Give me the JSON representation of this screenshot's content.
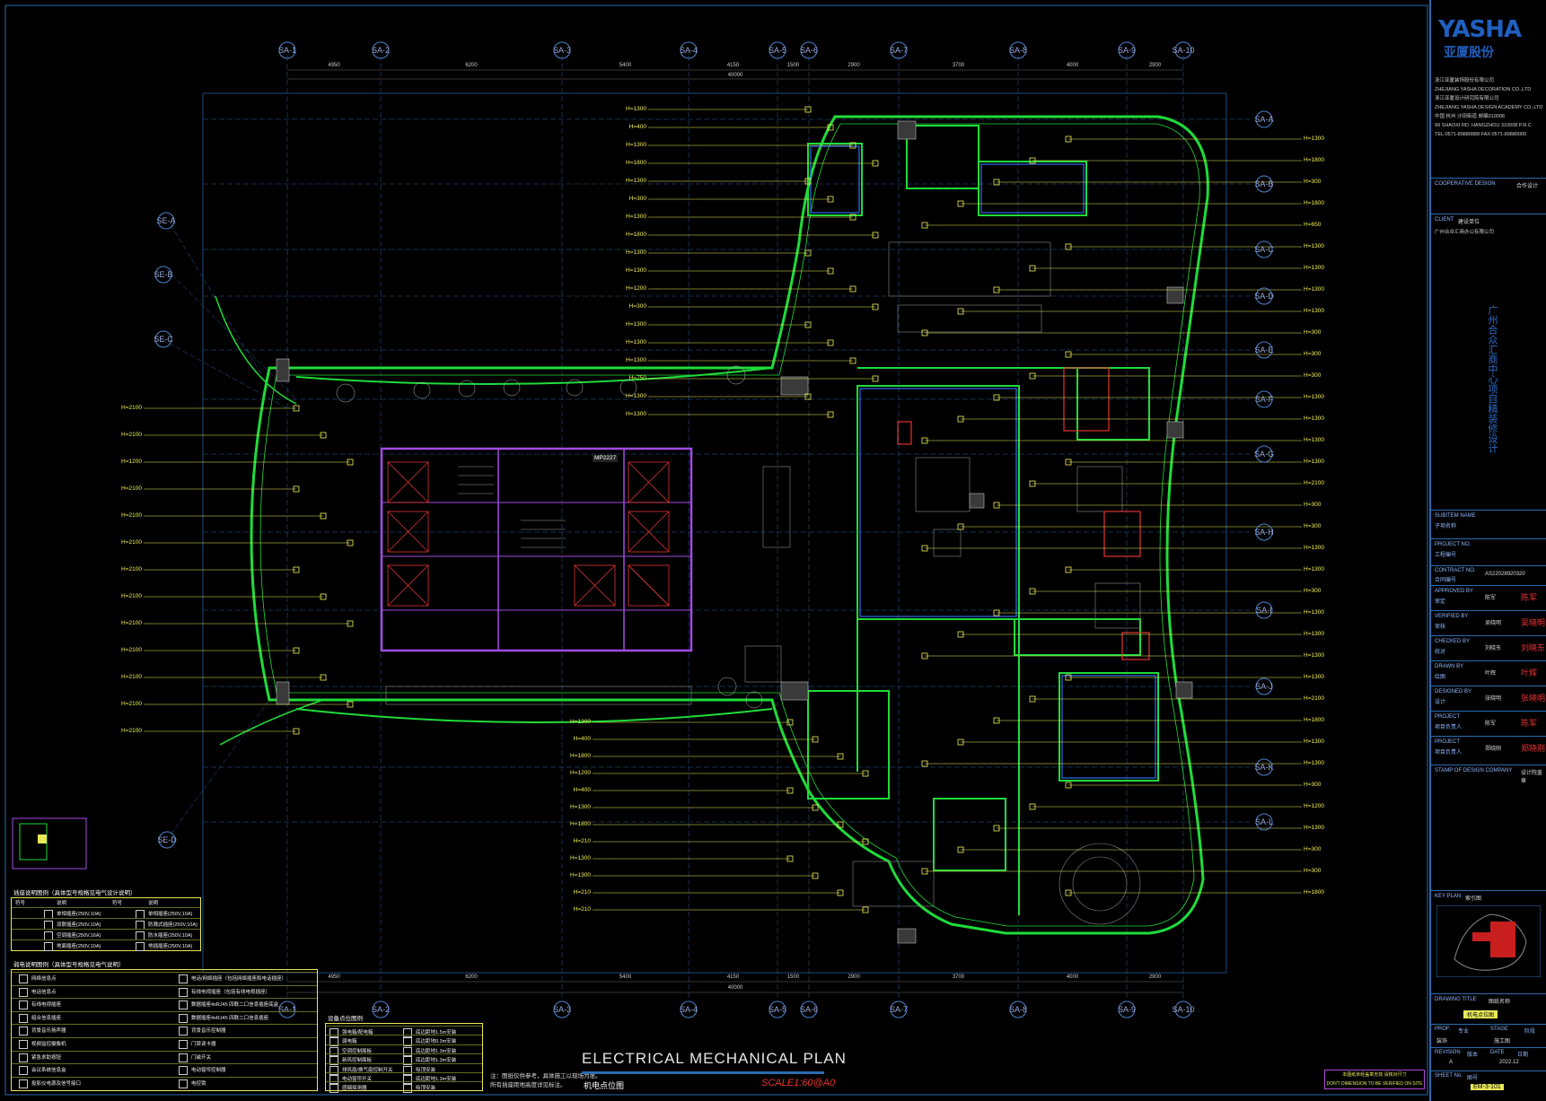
{
  "drawing": {
    "title_en": "ELECTRICAL MECHANICAL PLAN",
    "title_cn": "机电点位图",
    "scale": "SCALE1:60@A0"
  },
  "grid_axes": {
    "top_labels": [
      "SA-1",
      "SA-2",
      "SA-3",
      "SA-4",
      "SA-5",
      "SA-6",
      "SA-7",
      "SA-8",
      "SA-9",
      "SA-10"
    ],
    "right_labels": [
      "SA-A",
      "SA-B",
      "SA-C",
      "SA-D",
      "SA-E",
      "SA-F",
      "SA-G",
      "SA-H",
      "SA-I",
      "SA-J",
      "SA-K",
      "SA-L"
    ],
    "left_labels": [
      "SE-A",
      "SE-B",
      "SE-C"
    ],
    "left_bottom_label": "SE-D",
    "top_dims": [
      "4950",
      "6200",
      "5400",
      "4150",
      "1500",
      "2900",
      "3700",
      "4000",
      "2900"
    ],
    "top_total": "40000",
    "bottom_dims": [
      "4950",
      "6200",
      "5400",
      "4150",
      "1500",
      "2900",
      "3700",
      "4000",
      "2900"
    ],
    "bottom_total": "40000"
  },
  "annotations": {
    "center_tag": "MP2227",
    "callouts_left": [
      "H=2100",
      "H=2100",
      "H=1200",
      "H=2100",
      "H=2100",
      "H=2100",
      "H=2100",
      "H=2100",
      "H=2100",
      "H=2100",
      "H=2100",
      "H=2100",
      "H=2100"
    ],
    "callouts_mid": [
      "H=1300",
      "H=400",
      "H=1300",
      "H=1800",
      "H=1300",
      "H=300",
      "H=1300",
      "H=1800",
      "H=1300",
      "H=1300",
      "H=1200",
      "H=300",
      "H=1300",
      "H=1300",
      "H=1300",
      "H=750",
      "H=1300",
      "H=1300"
    ],
    "callouts_right": [
      "H=1300",
      "H=1800",
      "H=300",
      "H=1800",
      "H=650",
      "H=1300",
      "H=1300",
      "H=1300",
      "H=1300",
      "H=300",
      "H=300",
      "H=300",
      "H=1300",
      "H=1300",
      "H=1300",
      "H=1300",
      "H=2100",
      "H=300",
      "H=300",
      "H=1300",
      "H=1300",
      "H=300",
      "H=1300",
      "H=1300",
      "H=1300",
      "H=1300",
      "H=2100",
      "H=1800",
      "H=1300",
      "H=1300",
      "H=300",
      "H=1200",
      "H=1300",
      "H=300",
      "H=300",
      "H=1800"
    ],
    "callouts_bottom": [
      "H=1300",
      "H=400",
      "H=1800",
      "H=1200",
      "H=400",
      "H=1300",
      "H=1800",
      "H=210",
      "H=1300",
      "H=1300",
      "H=210",
      "H=210"
    ]
  },
  "legends": {
    "socket": {
      "title": "插座说明图例（具体型号规格见电气设计说明）",
      "headers": [
        "符号",
        "说明",
        "符号",
        "说明"
      ],
      "rows": [
        [
          "单相插座(250V,10A)",
          "单相插座(250V,10A)"
        ],
        [
          "双联插座(250V,10A)",
          "防溅式插座(250V,10A)"
        ],
        [
          "空调插座(250V,16A)",
          "防水插座(250V,10A)"
        ],
        [
          "地面插座(250V,10A)",
          "地插插座(250V,10A)"
        ]
      ]
    },
    "weak": {
      "title": "弱电说明图例（具体型号规格见电气说明）",
      "rows": [
        [
          "网络信息点",
          "电话/网络插座（包括网络插座和电话插座）"
        ],
        [
          "电话信息点",
          "有线电视插座（包括有线电视插座）"
        ],
        [
          "有线电视插座",
          "数据插座4xRJ45 四联二口信息插座底盒"
        ],
        [
          "组合信息插座",
          "数据插座4xRJ45 四联二口信息插座"
        ],
        [
          "背景音乐扬声器",
          "背景音乐控制器"
        ],
        [
          "视频监控摄像机",
          "门禁读卡器"
        ],
        [
          "紧急求助按钮",
          "门磁开关"
        ],
        [
          "会议系统信息盒",
          "电动窗帘控制器"
        ],
        [
          "投影仪电源及信号接口",
          "电控锁"
        ]
      ]
    },
    "equipment": {
      "title": "设备点位图例",
      "rows": [
        [
          "强电箱/配电箱",
          "底边距地1.5m安装"
        ],
        [
          "弱电箱",
          "底边距地0.3m安装"
        ],
        [
          "空调控制面板",
          "底边距地1.3m安装"
        ],
        [
          "新风控制面板",
          "底边距地1.3m安装"
        ],
        [
          "排风扇/换气扇控制开关",
          "吸顶安装"
        ],
        [
          "电动窗帘开关",
          "底边距地1.3m安装"
        ],
        [
          "感烟探测器",
          "吸顶安装"
        ]
      ]
    },
    "notes": [
      "注：图纸仅供参考，具体施工以现场为准。",
      "所有插座距地高度详见标注。"
    ]
  },
  "title_block": {
    "logo": "YASHA",
    "logo_cn": "亚厦股份",
    "company_lines": [
      "浙江亚厦装饰股份有限公司",
      "ZHEJIANG YASHA DECORATION CO.,LTD",
      "浙江亚厦设计研究院有限公司",
      "ZHEJIANG YASHA DESIGN ACADEMY CO.,LTD",
      "中国 杭州 沙田街道 邮编310008",
      "99 SHAOXI RD. HANGZHOU 310008 P.R.C",
      "TEL:0571-89880888  FAX:0571-89880000"
    ],
    "cooperative_design": "COOPERATIVE DESIGN",
    "cooperative_design_cn": "合作设计",
    "client": "CLIENT",
    "client_cn": "建设单位",
    "client_value": "广州合众汇商办公有限公司",
    "project_name_vertical": "广州合众汇商中心项目精装修设计",
    "subitem": "SUBITEM NAME",
    "subitem_cn": "子项名称",
    "project_no": "PROJECT NO.",
    "project_no_cn": "工程编号",
    "contract_no": "CONTRACT NO.",
    "contract_no_cn": "合同编号",
    "contract_value": "AS22028920320",
    "roles": [
      {
        "en": "APPROVED BY",
        "cn": "审定",
        "name": "陈军"
      },
      {
        "en": "VERIFIED BY",
        "cn": "审核",
        "name": "吴晓明"
      },
      {
        "en": "CHECKED BY",
        "cn": "校对",
        "name": "刘晓东"
      },
      {
        "en": "DRAWN BY",
        "cn": "绘图",
        "name": "叶辉"
      },
      {
        "en": "DESIGNED BY",
        "cn": "设计",
        "name": "张晓明"
      },
      {
        "en": "PROJECT",
        "cn": "项目负责人",
        "name": "陈军"
      },
      {
        "en": "PROJECT",
        "cn": "项目负责人",
        "name": "郑晓刚"
      }
    ],
    "stamp": "STAMP OF DESIGN COMPANY",
    "stamp_cn": "设计院盖章",
    "key_plan": "KEY PLAN",
    "key_plan_cn": "索引图",
    "drawing_title": "DRAWING TITLE",
    "drawing_title_cn": "图纸名称",
    "drawing_title_value": "机电点位图",
    "prof": "PROF.",
    "prof_cn": "专业",
    "prof_value": "装饰",
    "stage": "STAGE",
    "stage_cn": "阶段",
    "stage_value": "施工图",
    "revision": "REVISION",
    "revision_cn": "版本",
    "revision_value": "A",
    "date": "DATE",
    "date_cn": "日期",
    "date_value": "2022.12",
    "sheet_no": "SHEET No.",
    "sheet_no_cn": "图号",
    "sheet_no_value": "EM-3-101"
  },
  "stamp_box": {
    "line1": "本图纸未经盖章无效 请核对尺寸",
    "line2": "DON'T DIMENSION TO BE VERIFIED ON SITE"
  },
  "colors": {
    "wall": "#1fdc3a",
    "callout": "#f2f25a",
    "grid": "#2a6cb0",
    "core": "#a24be0",
    "red": "#e33333",
    "furniture": "#8a8a8a"
  }
}
